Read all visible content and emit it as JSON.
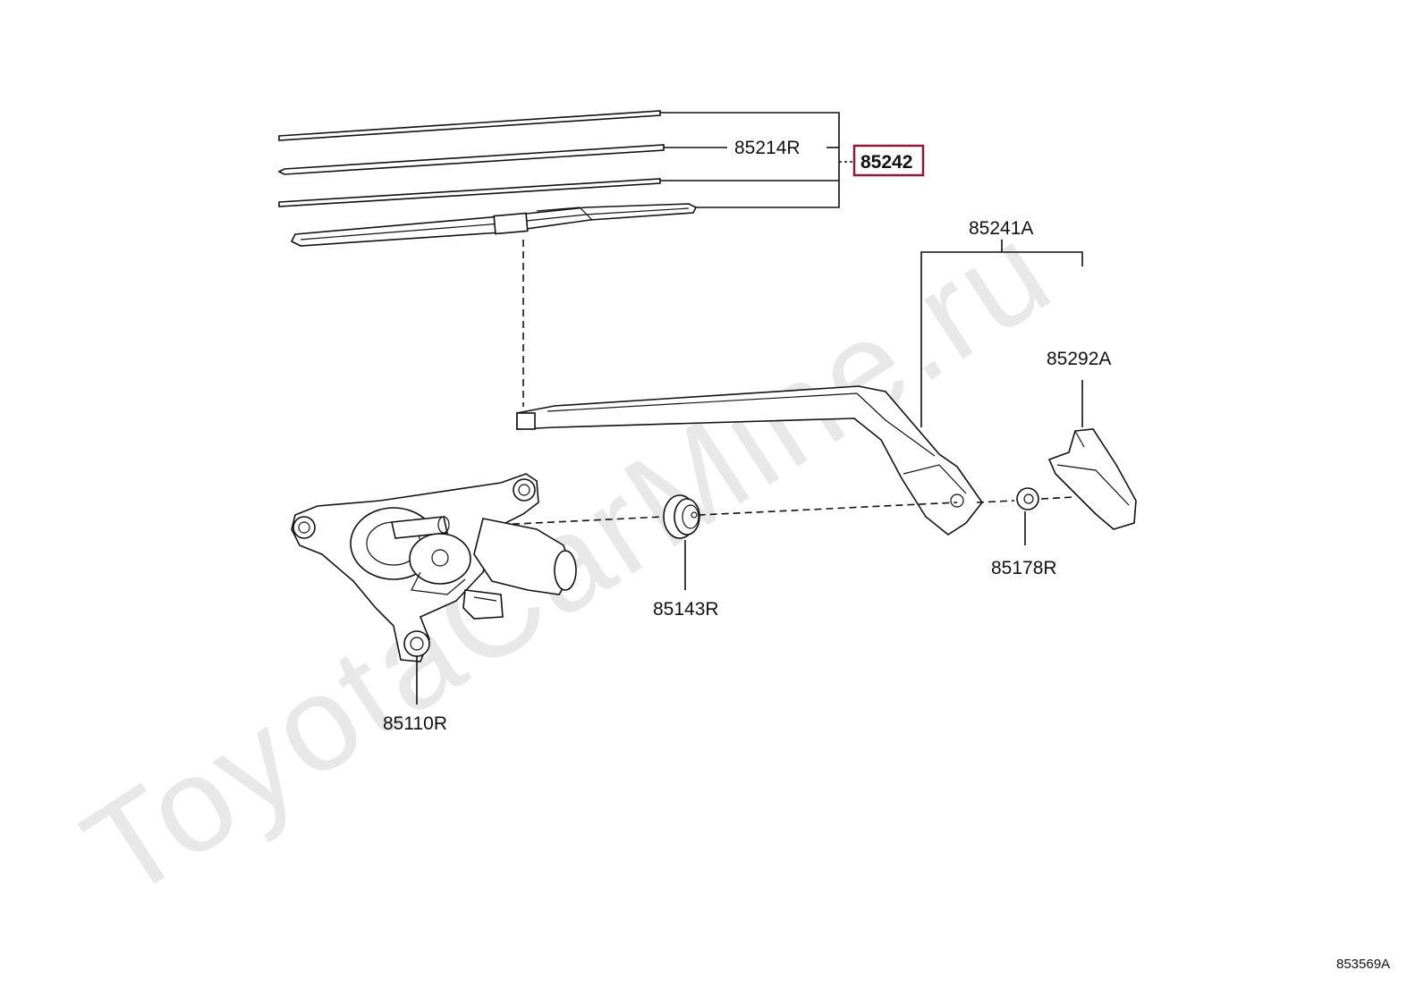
{
  "watermark": "ToyotaCarMine.ru",
  "diagram_code": "853569A",
  "highlight_color": "#8b1a3a",
  "labels": {
    "p85214R": "85214R",
    "p85242": "85242",
    "p85241A": "85241A",
    "p85292A": "85292A",
    "p85143R": "85143R",
    "p85178R": "85178R",
    "p85110R": "85110R"
  }
}
